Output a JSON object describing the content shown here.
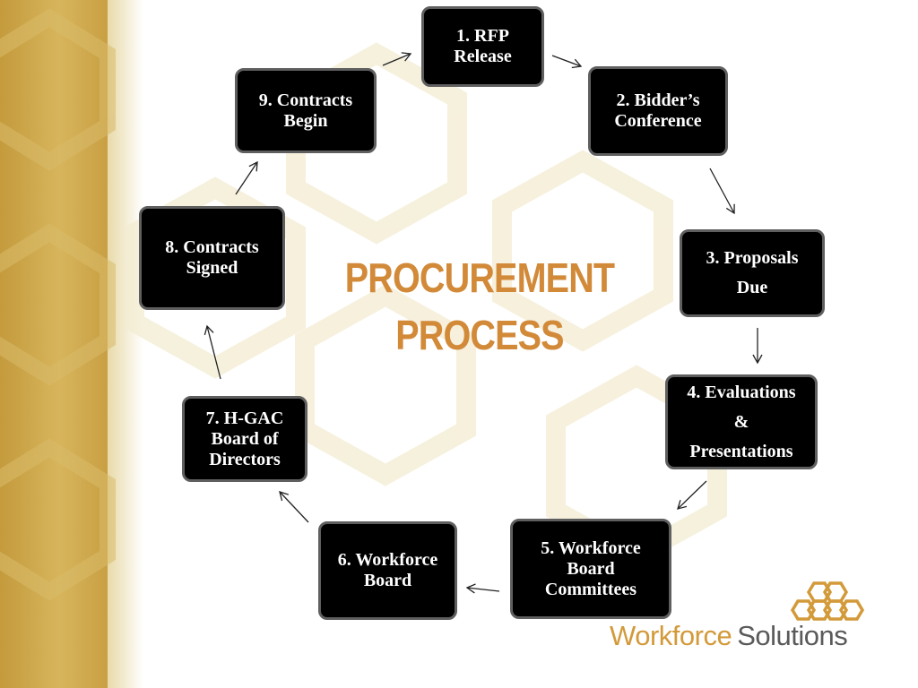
{
  "title": {
    "line1": "PROCUREMENT",
    "line2": "PROCESS"
  },
  "steps": [
    {
      "lines": [
        "1. RFP",
        "Release"
      ]
    },
    {
      "lines": [
        "2. Bidder’s",
        "Conference"
      ]
    },
    {
      "lines": [
        "3. Proposals",
        "Due"
      ]
    },
    {
      "lines": [
        "4. Evaluations",
        "&",
        "Presentations"
      ]
    },
    {
      "lines": [
        "5. Workforce",
        "Board",
        "Committees"
      ]
    },
    {
      "lines": [
        "6. Workforce",
        "Board"
      ]
    },
    {
      "lines": [
        "7. H-GAC",
        "Board of",
        "Directors"
      ]
    },
    {
      "lines": [
        "8. Contracts",
        "Signed"
      ]
    },
    {
      "lines": [
        "9. Contracts",
        "Begin"
      ]
    }
  ],
  "logo": {
    "word1": "Workforce",
    "word2": "Solutions"
  },
  "colors": {
    "title": "#d28a39",
    "box_fill": "#000000",
    "box_border": "#5f5f5f",
    "band": "#c49a3c",
    "logo_orange": "#d39a3a",
    "logo_gray": "#5a5a5a"
  },
  "icons": {
    "logo_mark": "hexagon-cluster-icon",
    "arrow": "arrow-icon"
  }
}
